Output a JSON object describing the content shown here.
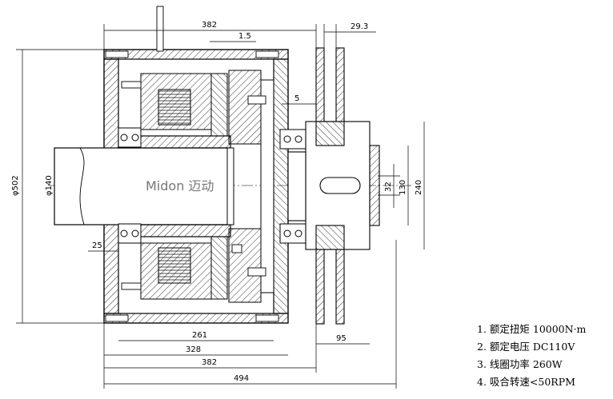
{
  "dimensions": {
    "top_382": "382",
    "top_1_5": "1.5",
    "top_29_3": "29.3",
    "d502": "φ502",
    "d140": "φ140",
    "r5": "5",
    "r25": "25",
    "r32": "32",
    "r130": "130",
    "r240": "240",
    "b261": "261",
    "b328": "328",
    "b382": "382",
    "b494": "494",
    "b95": "95"
  },
  "watermark": "Midon 迈动",
  "notes": [
    "1. 额定扭矩 10000N·m",
    "2. 额定电压 DC110V",
    "3. 线圈功率 260W",
    "4. 吸合转速<50RPM"
  ]
}
